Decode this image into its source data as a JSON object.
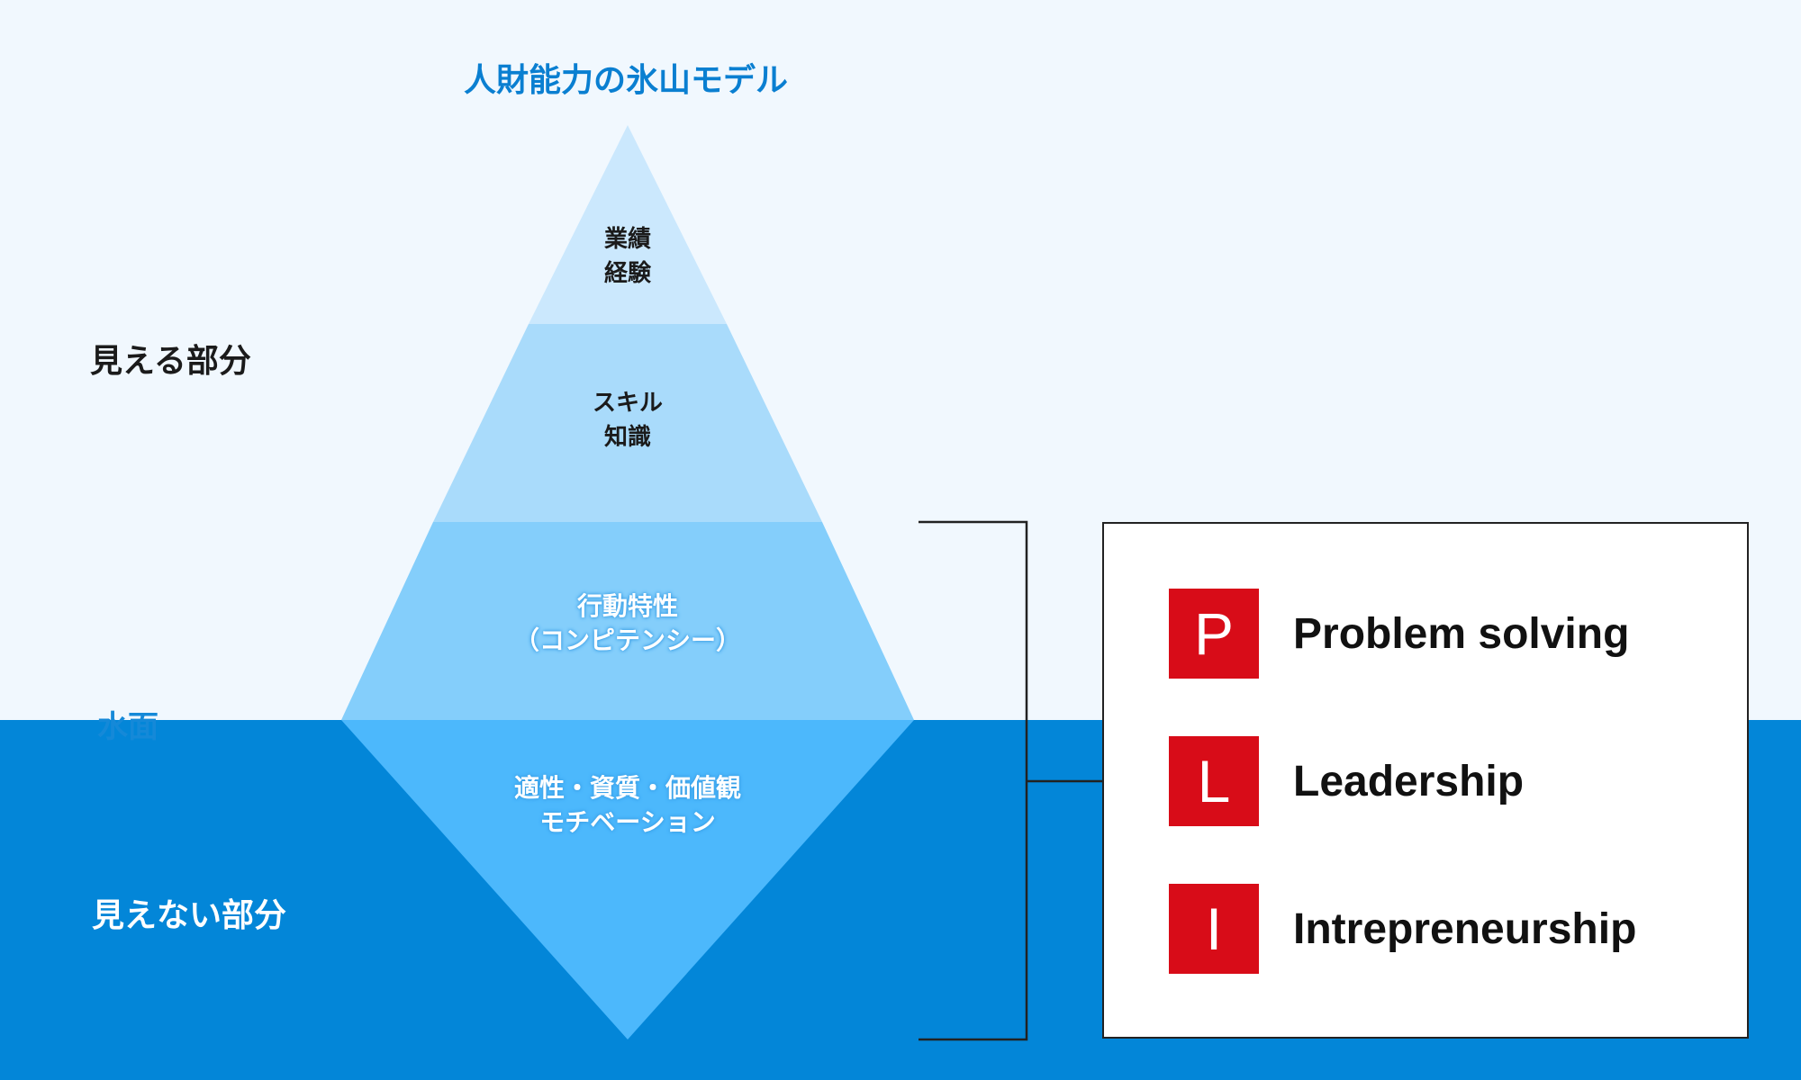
{
  "title": "人財能力の氷山モデル",
  "side_labels": {
    "visible": "見える部分",
    "surface": "水面",
    "hidden": "見えない部分"
  },
  "layers": [
    {
      "lines": [
        "業績",
        "経験"
      ]
    },
    {
      "lines": [
        "スキル",
        "知識"
      ]
    },
    {
      "lines": [
        "行動特性",
        "（コンピテンシー）"
      ]
    },
    {
      "lines": [
        "適性・資質・価値観",
        "モチベーション"
      ]
    }
  ],
  "pli": [
    {
      "letter": "P",
      "word": "Problem solving"
    },
    {
      "letter": "L",
      "word": "Leadership"
    },
    {
      "letter": "I",
      "word": "Intrepreneurship"
    }
  ],
  "colors": {
    "sky": "#f1f8fe",
    "water": "#0386d8",
    "layer_1": "#cbe8fd",
    "layer_2": "#a9dbfb",
    "layer_3": "#84cefb",
    "layer_4": "#4cb8fc",
    "title": "#0a7fd1",
    "pli_red": "#d80c18",
    "bracket": "#222222"
  }
}
